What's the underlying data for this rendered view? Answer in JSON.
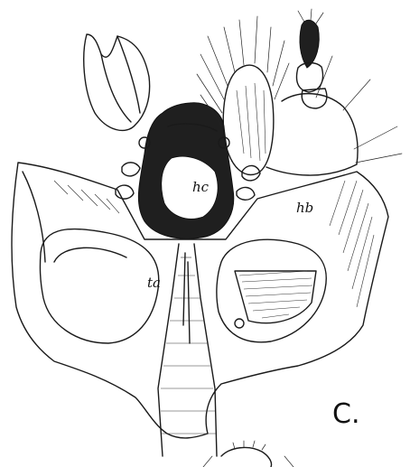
{
  "figure": {
    "panel_label": "C.",
    "labels": {
      "hc": "hc",
      "hb": "hb",
      "ta": "ta"
    }
  }
}
